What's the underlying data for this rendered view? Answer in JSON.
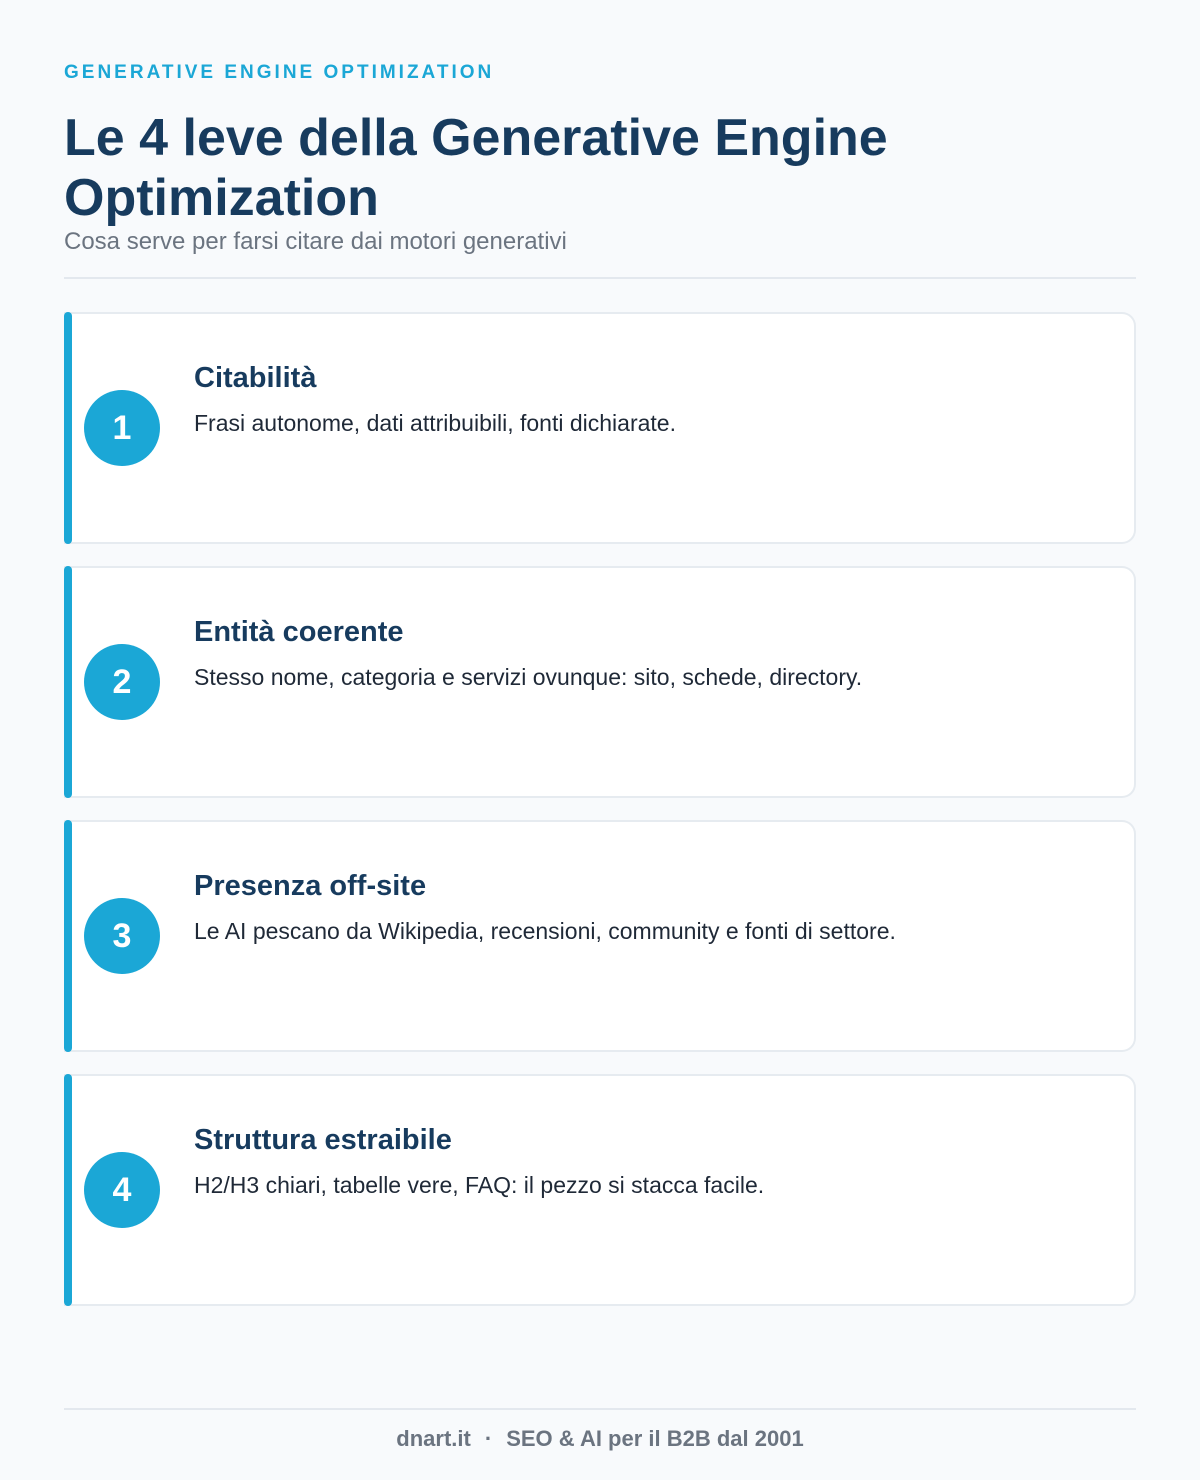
{
  "header": {
    "eyebrow": "GENERATIVE ENGINE OPTIMIZATION",
    "title": "Le 4 leve della Generative Engine Optimization",
    "subtitle": "Cosa serve per farsi citare dai motori generativi"
  },
  "cards": [
    {
      "number": "1",
      "title": "Citabilità",
      "description": "Frasi autonome, dati attribuibili, fonti dichiarate."
    },
    {
      "number": "2",
      "title": "Entità coerente",
      "description": "Stesso nome, categoria e servizi ovunque: sito, schede, directory."
    },
    {
      "number": "3",
      "title": "Presenza off-site",
      "description": "Le AI pescano da Wikipedia, recensioni, community e fonti di settore."
    },
    {
      "number": "4",
      "title": "Struttura estraibile",
      "description": "H2/H3 chiari, tabelle vere, FAQ: il pezzo si stacca facile."
    }
  ],
  "footer": {
    "site": "dnart.it",
    "separator": "·",
    "tagline": "SEO & AI per il B2B dal 2001"
  },
  "colors": {
    "accent": "#1ba7d6",
    "heading": "#173b5e",
    "muted": "#6b7480",
    "background": "#f8fafc"
  }
}
